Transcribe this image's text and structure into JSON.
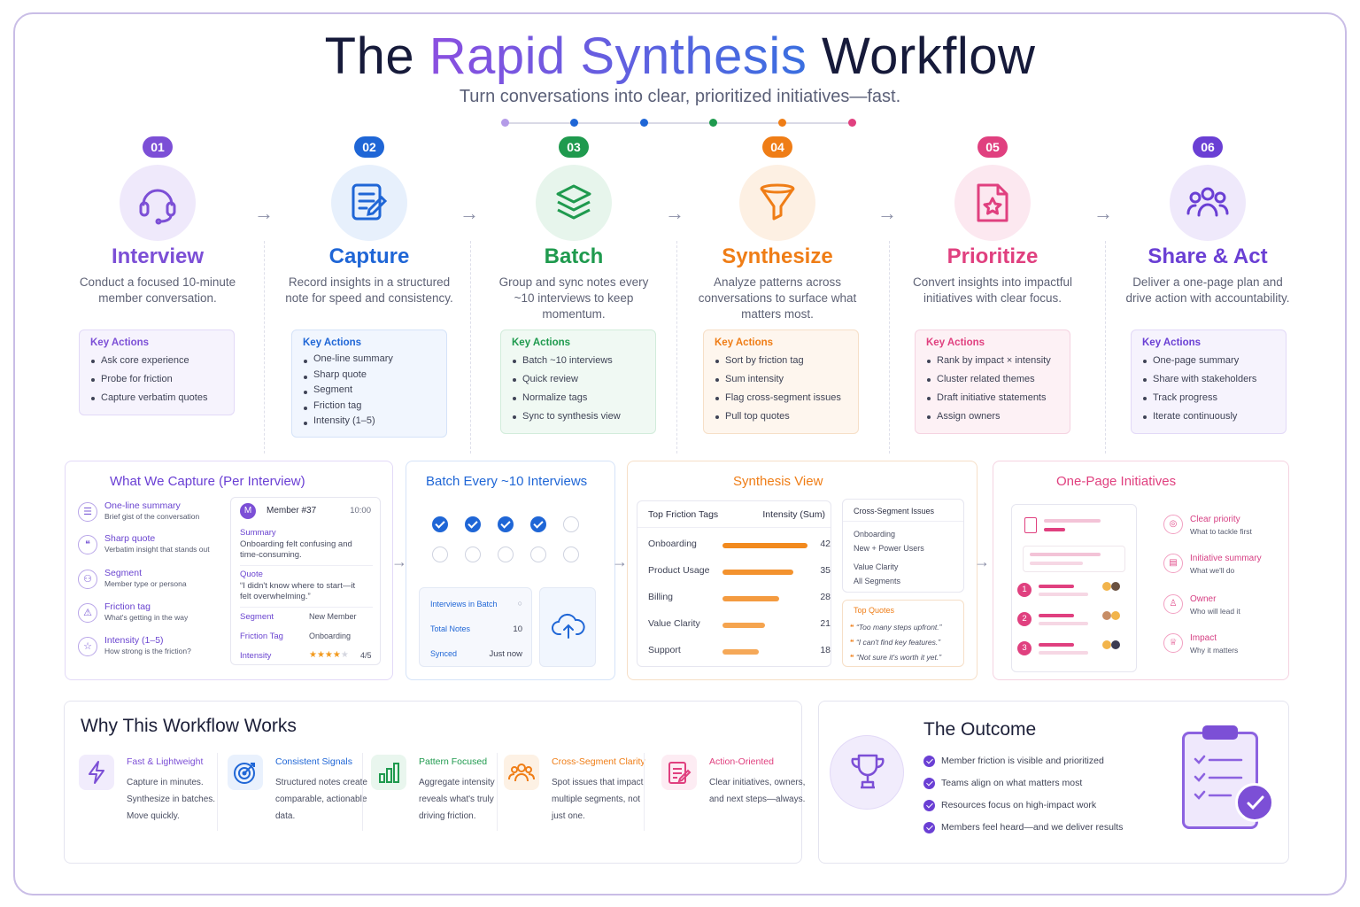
{
  "header": {
    "title_pre": "The ",
    "title_accent": "Rapid Synthesis",
    "title_post": " Workflow",
    "subtitle": "Turn conversations into clear, prioritized initiatives—fast."
  },
  "colors": {
    "purple": "#7c4fd6",
    "blue": "#1f66d6",
    "green": "#1f9a4e",
    "orange": "#ef7d16",
    "pink": "#e0407f",
    "violet": "#6a3fd4"
  },
  "steps": [
    {
      "num": "01",
      "title": "Interview",
      "icon": "headset-icon",
      "desc": "Conduct a focused 10-minute member conversation.",
      "ka_title": "Key Actions",
      "actions": [
        "Ask core experience",
        "Probe for friction",
        "Capture verbatim quotes"
      ]
    },
    {
      "num": "02",
      "title": "Capture",
      "icon": "note-edit-icon",
      "desc": "Record insights in a structured note for speed and consistency.",
      "ka_title": "Key Actions",
      "actions": [
        "One-line summary",
        "Sharp quote",
        "Segment",
        "Friction tag",
        "Intensity (1–5)"
      ]
    },
    {
      "num": "03",
      "title": "Batch",
      "icon": "layers-icon",
      "desc": "Group and sync notes every ~10 interviews to keep momentum.",
      "ka_title": "Key Actions",
      "actions": [
        "Batch ~10 interviews",
        "Quick review",
        "Normalize tags",
        "Sync to synthesis view"
      ]
    },
    {
      "num": "04",
      "title": "Synthesize",
      "icon": "funnel-icon",
      "desc": "Analyze patterns across conversations to surface what matters most.",
      "ka_title": "Key Actions",
      "actions": [
        "Sort by friction tag",
        "Sum intensity",
        "Flag cross-segment issues",
        "Pull top quotes"
      ]
    },
    {
      "num": "05",
      "title": "Prioritize",
      "icon": "star-document-icon",
      "desc": "Convert insights into impactful initiatives with clear focus.",
      "ka_title": "Key Actions",
      "actions": [
        "Rank by impact × intensity",
        "Cluster related themes",
        "Draft initiative statements",
        "Assign owners"
      ]
    },
    {
      "num": "06",
      "title": "Share & Act",
      "icon": "team-icon",
      "desc": "Deliver a one-page plan and drive action with accountability.",
      "ka_title": "Key Actions",
      "actions": [
        "One-page summary",
        "Share with stakeholders",
        "Track progress",
        "Iterate continuously"
      ]
    }
  ],
  "capture_panel": {
    "title": "What We Capture (Per Interview)",
    "fields": [
      {
        "name": "One-line summary",
        "desc": "Brief gist of the conversation"
      },
      {
        "name": "Sharp quote",
        "desc": "Verbatim insight that stands out"
      },
      {
        "name": "Segment",
        "desc": "Member type or persona"
      },
      {
        "name": "Friction tag",
        "desc": "What's getting in the way"
      },
      {
        "name": "Intensity (1–5)",
        "desc": "How strong is the friction?"
      }
    ],
    "note": {
      "avatar": "M",
      "member": "Member #37",
      "time": "10:00",
      "summary_label": "Summary",
      "summary": "Onboarding felt confusing and time-consuming.",
      "quote_label": "Quote",
      "quote": "“I didn't know where to start—it felt overwhelming.”",
      "segment_label": "Segment",
      "segment": "New Member",
      "friction_label": "Friction Tag",
      "friction": "Onboarding",
      "intensity_label": "Intensity",
      "intensity_stars": "★★★★",
      "intensity_empty": "★",
      "intensity_value": "4/5"
    }
  },
  "batch_panel": {
    "title": "Batch Every ~10 Interviews",
    "checked": 4,
    "total": 10,
    "stats": [
      {
        "label": "Interviews in Batch",
        "value": "○"
      },
      {
        "label": "Total Notes",
        "value": "10"
      },
      {
        "label": "Synced",
        "value": "Just now"
      }
    ]
  },
  "synthesis_panel": {
    "title": "Synthesis View",
    "col1": "Top Friction Tags",
    "col2": "Intensity (Sum)",
    "xmax": 42,
    "rows": [
      {
        "name": "Onboarding",
        "value": 42
      },
      {
        "name": "Product Usage",
        "value": 35
      },
      {
        "name": "Billing",
        "value": 28
      },
      {
        "name": "Value Clarity",
        "value": 21
      },
      {
        "name": "Support",
        "value": 18
      }
    ],
    "cross_title": "Cross-Segment Issues",
    "cross": [
      {
        "issue": "Onboarding",
        "segments": "New + Power Users"
      },
      {
        "issue": "Value Clarity",
        "segments": "All Segments"
      }
    ],
    "quotes_title": "Top Quotes",
    "quotes": [
      "“Too many steps upfront.”",
      "“I can't find key features.”",
      "“Not sure it's worth it yet.”"
    ]
  },
  "initiatives_panel": {
    "title": "One-Page Initiatives",
    "ranks": [
      "1",
      "2",
      "3"
    ],
    "items": [
      {
        "name": "Clear priority",
        "desc": "What to tackle first"
      },
      {
        "name": "Initiative summary",
        "desc": "What we'll do"
      },
      {
        "name": "Owner",
        "desc": "Who will lead it"
      },
      {
        "name": "Impact",
        "desc": "Why it matters"
      }
    ]
  },
  "why": {
    "title": "Why This Workflow Works",
    "items": [
      {
        "title": "Fast & Lightweight",
        "desc": "Capture in minutes. Synthesize in batches. Move quickly.",
        "icon": "lightning-icon"
      },
      {
        "title": "Consistent Signals",
        "desc": "Structured notes create comparable, actionable data.",
        "icon": "target-icon"
      },
      {
        "title": "Pattern Focused",
        "desc": "Aggregate intensity reveals what's truly driving friction.",
        "icon": "bar-chart-icon"
      },
      {
        "title": "Cross-Segment Clarity",
        "desc": "Spot issues that impact multiple segments, not just one.",
        "icon": "people-icon"
      },
      {
        "title": "Action-Oriented",
        "desc": "Clear initiatives, owners, and next steps—always.",
        "icon": "edit-icon"
      }
    ]
  },
  "outcome": {
    "title": "The Outcome",
    "items": [
      "Member friction is visible and prioritized",
      "Teams align on what matters most",
      "Resources focus on high-impact work",
      "Members feel heard—and we deliver results"
    ]
  },
  "arrow_glyph": "→"
}
